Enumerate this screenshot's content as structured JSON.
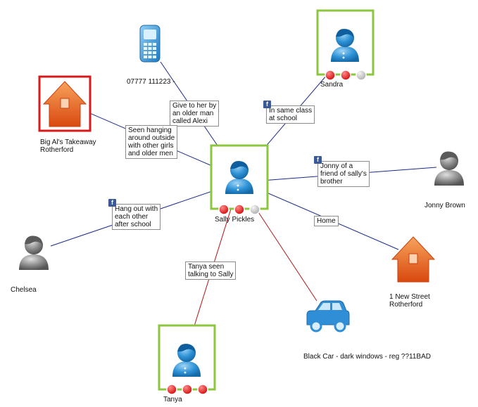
{
  "colors": {
    "edge_blue": "#1a2a8a",
    "edge_red": "#b01818",
    "selected_green": "#8cc63f",
    "highlight_red": "#d7191c",
    "person_blue": "#1e87cf",
    "person_grey": "#7a7a7a",
    "house_orange": "#e8591a",
    "car_blue": "#2f8ed6",
    "flag_red": "#e21b1b",
    "flag_grey": "#c8c8c8",
    "facebook_blue": "#3b5998"
  },
  "nodes": {
    "sally": {
      "label": "Sally Pickles",
      "icon": "person-blue-icon",
      "flags": [
        "red",
        "red",
        "grey"
      ]
    },
    "sandra": {
      "label": "Sandra",
      "icon": "person-blue-icon",
      "flags": [
        "red",
        "red",
        "grey"
      ]
    },
    "tanya": {
      "label": "Tanya",
      "icon": "person-blue-icon",
      "flags": [
        "red",
        "red",
        "red"
      ]
    },
    "jonny": {
      "label": "Jonny Brown",
      "icon": "person-grey-icon"
    },
    "chelsea": {
      "label": "Chelsea",
      "icon": "person-grey-icon"
    },
    "phone": {
      "label": "07777 111223 -",
      "icon": "mobile-phone-icon"
    },
    "big_al": {
      "label": "Big Al's Takeaway\nRotherford",
      "icon": "house-icon"
    },
    "new_street": {
      "label": "1 New Street\nRotherford",
      "icon": "house-icon"
    },
    "car": {
      "label": "Black Car - dark windows - reg ??11BAD",
      "icon": "car-icon"
    }
  },
  "edges": {
    "phone_to_sally": {
      "label": "Give to her by\nan older man\ncalled Alexi"
    },
    "sandra_to_sally": {
      "label": "In same class\nat school",
      "source": "facebook-icon"
    },
    "bigal_to_sally": {
      "label": "Seen hanging\naround outside\nwith other girls\nand older men"
    },
    "jonny_to_sally": {
      "label": "Jonny of a\nfriend of sally's\nbrother",
      "source": "facebook-icon"
    },
    "chelsea_to_sally": {
      "label": "Hang out with\neach other\nafter school",
      "source": "facebook-icon"
    },
    "newstreet_to_sally": {
      "label": "Home"
    },
    "tanya_to_sally": {
      "label": "Tanya seen\ntalking to Sally"
    },
    "car_to_sally": {
      "label": ""
    }
  },
  "facebook_glyph": "f"
}
